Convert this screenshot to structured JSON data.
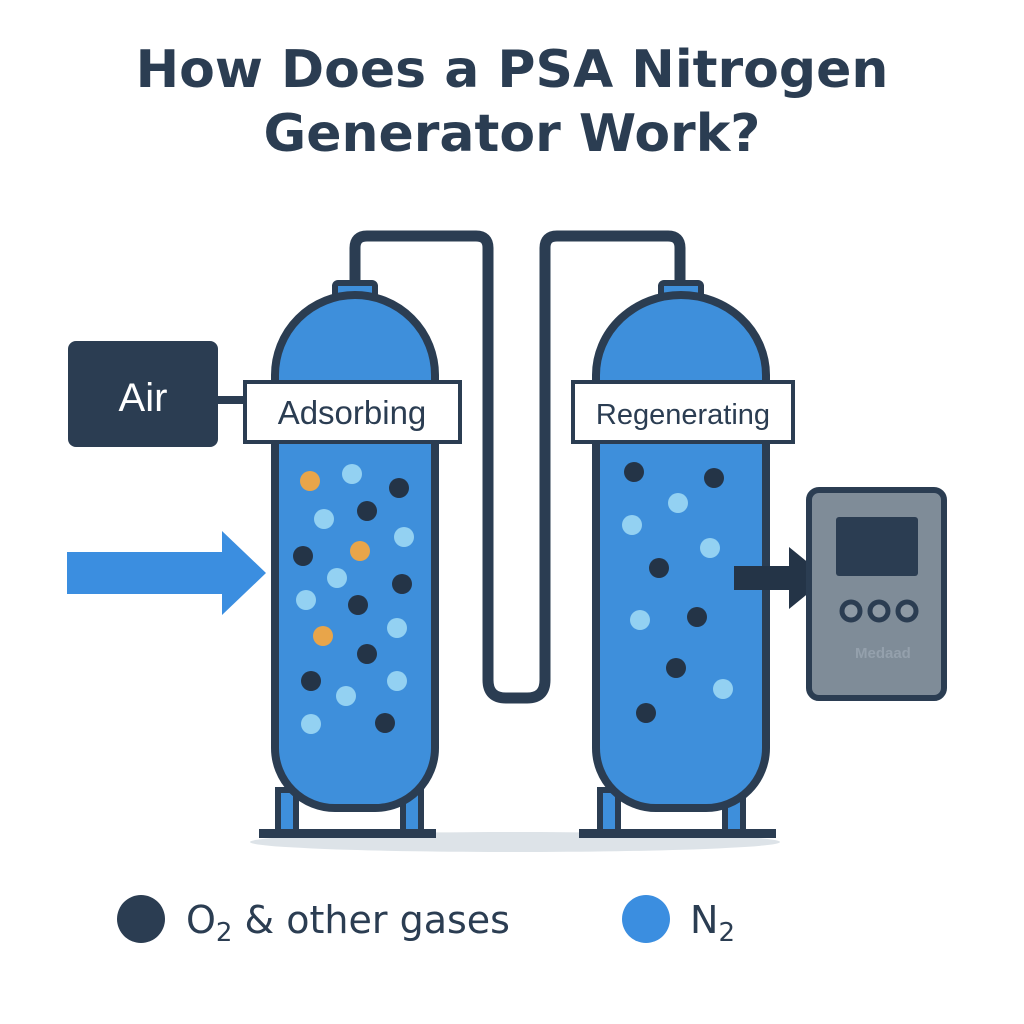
{
  "title": {
    "line1": "How Does a PSA Nitrogen",
    "line2": "Generator Work?"
  },
  "air_box": {
    "label": "Air"
  },
  "tanks": {
    "left": {
      "label": "Adsorbing"
    },
    "right": {
      "label": "Regenerating"
    }
  },
  "device": {
    "watermark": "Medaad"
  },
  "legend": {
    "o2": {
      "main": "O",
      "sub": "2",
      "rest": " & other gases"
    },
    "n2": {
      "main": "N",
      "sub": "2"
    }
  },
  "colors": {
    "navy": "#2b3d52",
    "tank_blue": "#3e8fdb",
    "light_dot": "#93d1f2",
    "orange_dot": "#e8a54a",
    "dark_dot": "#243447",
    "arrow_blue": "#3b8ee0",
    "device_gray": "#7f8c98"
  },
  "icons": [
    "air-inlet-arrow",
    "output-arrow",
    "control-panel-device"
  ]
}
